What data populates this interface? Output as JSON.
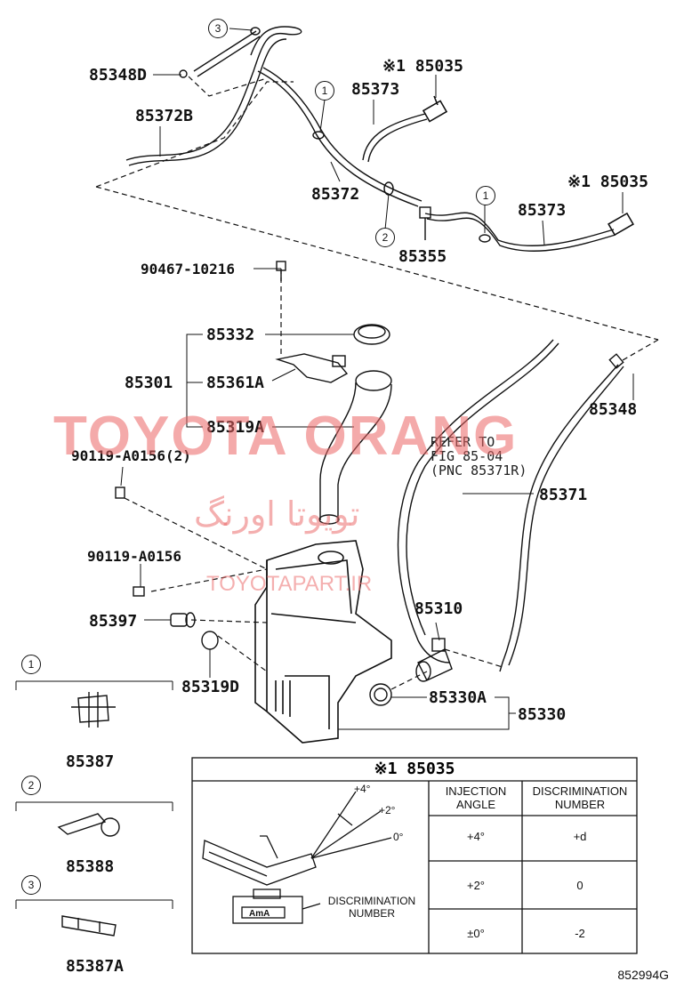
{
  "parts": {
    "p85348D": "85348D",
    "p85372B": "85372B",
    "p85035a": "※1 85035",
    "p85373a": "85373",
    "p85372": "85372",
    "p85355": "85355",
    "p85035b": "※1 85035",
    "p85373b": "85373",
    "p90467": "90467-10216",
    "p85332": "85332",
    "p85301": "85301",
    "p85361A": "85361A",
    "p85319A": "85319A",
    "p85348": "85348",
    "p90119_2": "90119-A0156(2)",
    "p90119": "90119-A0156",
    "p85371": "85371",
    "p85397": "85397",
    "p85310": "85310",
    "p85319D": "85319D",
    "p85330A": "85330A",
    "p85330": "85330",
    "p85387": "85387",
    "p85388": "85388",
    "p85387A": "85387A"
  },
  "callouts": {
    "c1": "1",
    "c2": "2",
    "c3": "3"
  },
  "refer_note": {
    "line1": "REFER TO",
    "line2": "FIG 85-04",
    "line3": "(PNC 85371R)"
  },
  "watermark": {
    "brand": "TOYOTA ORANG",
    "persian": "تویوتا اورنگ",
    "site": "TOYOTAPART.IR",
    "color": "#eb6464"
  },
  "detail_table": {
    "title": "※1 85035",
    "col_injection": "INJECTION ANGLE",
    "col_discrimination": "DISCRIMINATION NUMBER",
    "rows": [
      {
        "angle": "+4°",
        "number": "+d"
      },
      {
        "angle": "+2°",
        "number": "0"
      },
      {
        "angle": "±0°",
        "number": "-2"
      }
    ],
    "angle_labels": [
      "+4°",
      "+2°",
      "0°"
    ],
    "discrimination_label": "DISCRIMINATION NUMBER",
    "chip_text": "AmA"
  },
  "figure_id": "852994G"
}
